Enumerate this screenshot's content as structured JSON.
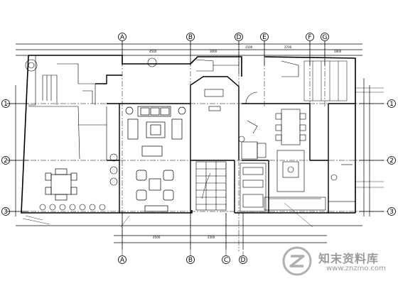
{
  "drawing": {
    "axes_top": [
      "A",
      "B",
      "D",
      "E",
      "F",
      "G"
    ],
    "axes_bottom": [
      "A",
      "B",
      "C",
      "D"
    ],
    "axes_left": [
      "1",
      "2",
      "3"
    ],
    "axes_right": [
      "1",
      "2",
      "3"
    ]
  },
  "watermark": {
    "brand_cn": "知末资料库",
    "url": "www.znzmo.com",
    "logo_icon": "znzmo-logo-icon"
  }
}
